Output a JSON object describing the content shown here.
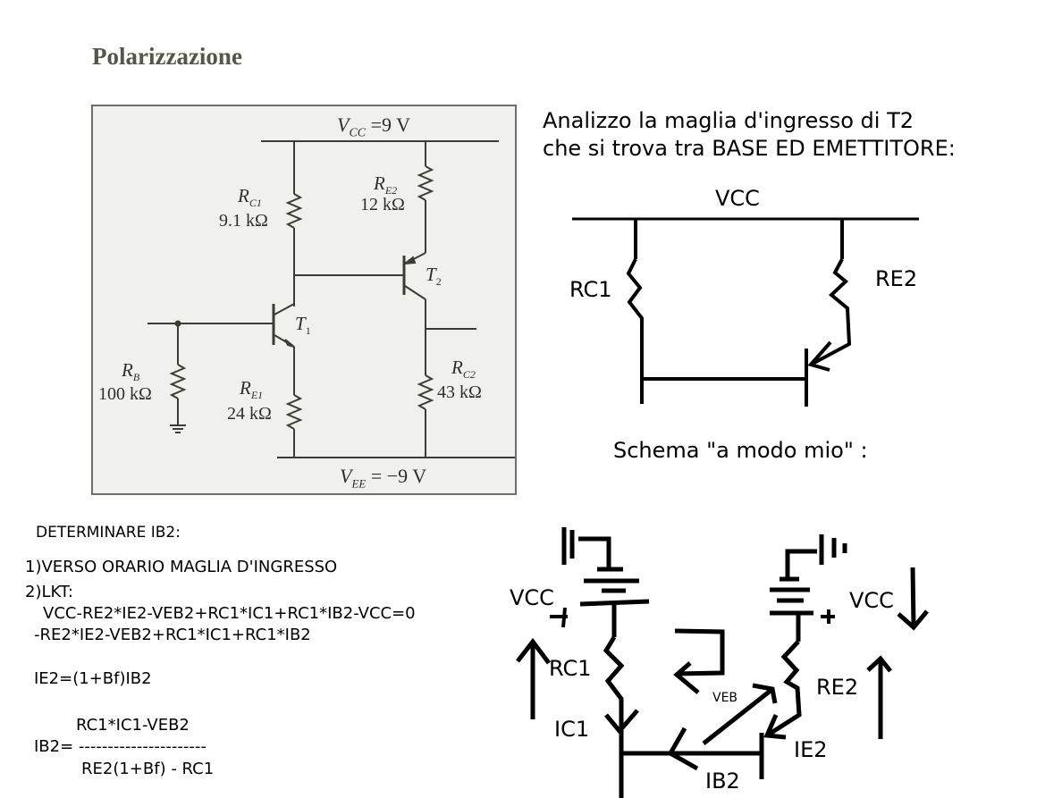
{
  "title": "Polarizzazione",
  "circuit": {
    "vcc_label": "V",
    "vcc_sub": "CC",
    "vcc_value": " =9 V",
    "vee_label": "V",
    "vee_sub": "EE",
    "vee_value": " = −9 V",
    "rc1": {
      "name": "R",
      "sub": "C1",
      "value": "9.1 kΩ"
    },
    "re2": {
      "name": "R",
      "sub": "E2",
      "value": "12 kΩ"
    },
    "rb": {
      "name": "R",
      "sub": "B",
      "value": "100 kΩ"
    },
    "re1": {
      "name": "R",
      "sub": "E1",
      "value": "24 kΩ"
    },
    "rc2": {
      "name": "R",
      "sub": "C2",
      "value": "43 kΩ"
    },
    "t1": {
      "name": "T",
      "sub": "1"
    },
    "t2": {
      "name": "T",
      "sub": "2"
    }
  },
  "intro": {
    "line1": "Analizzo la maglia d'ingresso di T2",
    "line2": "che si trova tra BASE ED EMETTITORE:"
  },
  "simple_schematic": {
    "vcc": "VCC",
    "rc1": "RC1",
    "re2": "RE2"
  },
  "schema_caption": "Schema \"a modo mio\" :",
  "my_schematic": {
    "vcc_left": "VCC",
    "vcc_right": "VCC",
    "rc1": "RC1",
    "re2": "RE2",
    "ic1": "IC1",
    "ie2": "IE2",
    "ib2": "IB2",
    "veb": "VEB",
    "plus_left": "+",
    "plus_right": "+"
  },
  "solution": {
    "heading": "DETERMINARE IB2:",
    "step1": "1)VERSO ORARIO MAGLIA D'INGRESSO",
    "step2": "2)LKT:",
    "eq1": "VCC-RE2*IE2-VEB2+RC1*IC1+RC1*IB2-VCC=0",
    "eq2": "-RE2*IE2-VEB2+RC1*IC1+RC1*IB2",
    "eq3": "IE2=(1+Bf)IB2",
    "frac_num": "RC1*IC1-VEB2",
    "frac_lhs": "IB2= ",
    "frac_bar": "----------------------",
    "frac_den": "RE2(1+Bf) - RC1"
  }
}
